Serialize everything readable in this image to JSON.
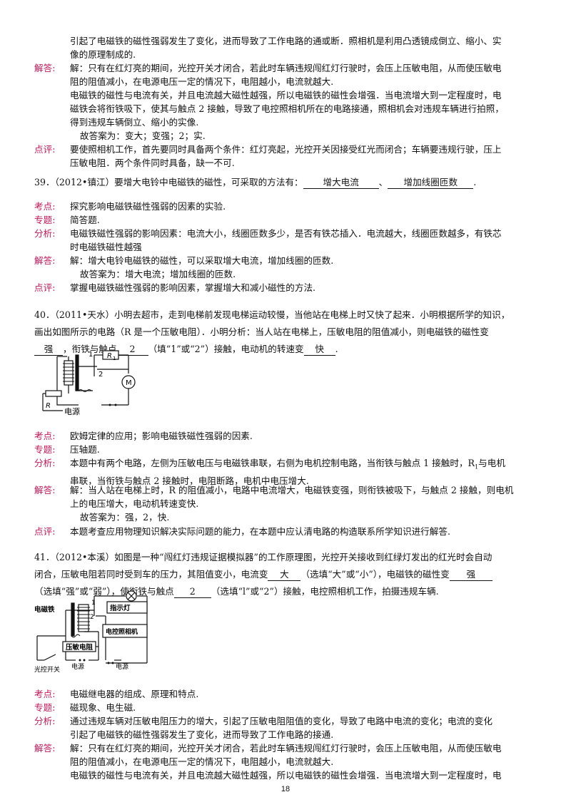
{
  "top_block": {
    "cont_lines": [
      "引起了电磁铁的磁性强弱发生了变化，进而导致了工作电路的通或断．照相机是利用凸透镜成倒立、缩小、实",
      "像的原理制成的."
    ],
    "answer_label": "解答:",
    "answer_lines": [
      "解：只有在红灯亮的期间，光控开关才闭合，若此时车辆违规闯红灯行驶时，会压上压敏电阻，从而使压敏电",
      "阻的阻值减小，在电源电压一定的情况下，电阻越小，电流就越大.",
      "电磁铁的磁性与电流有关，并且电流越大磁性越强，所以电磁铁的磁性会增强．当电流增大到一定程度时，电",
      "磁铁会将衔铁吸下，使其与触点 2 接触，导致了电控照相机所在的电路接通，照相机会对违规车辆进行拍照，",
      "得到违规车辆倒立、缩小的实像.",
      "故答案为：变大；变强；2；实."
    ],
    "comment_label": "点评:",
    "comment_lines": [
      "要使照相机工作，首先要同时具备两个条件：红灯亮起，光控开关因接受红光而闭合；车辆要违规行驶，压上",
      "压敏电阻．两个条件同时具备，缺一不可."
    ]
  },
  "q39": {
    "stem": "39．（2012•镇江）要增大电铃中电磁铁的磁性，可采取的方法有：",
    "blank1": "增大电流",
    "sep": "、",
    "blank2": "增加线圈匝数",
    "end": ".",
    "kaodian_label": "考点:",
    "kaodian": "探究影响电磁铁磁性强弱的因素的实验.",
    "zhuanti_label": "专题:",
    "zhuanti": "简答题.",
    "fenxi_label": "分析:",
    "fenxi_lines": [
      "电磁铁磁性强弱的影响因素：电流大小，线圈匝数多少，是否有铁芯插入．电流越大，线圈匝数越多，有铁芯",
      "时电磁铁磁性越强"
    ],
    "jieda_label": "解答:",
    "jieda_lines": [
      "解：增大电铃电磁铁的磁性，可以采取增大电流，增加线圈的匝数.",
      "故答案为：增大电流；增加线圈的匝数."
    ],
    "dianping_label": "点评:",
    "dianping": "掌握电磁铁磁性强弱的影响因素，掌握增大和减小磁性的方法."
  },
  "q40": {
    "line1": "40．（2011•天水）小明去超市，走到电梯前发现电梯运动较慢，当他站在电梯上时又快了起来．小明根据所学的知识，",
    "line2_a": "画出如图所示的电路（R 是一个压敏电阻）．小明分析：当人站在电梯上，压敏电阻的阻值减小，则电磁铁的磁性变",
    "blank1": "强",
    "line3_a": "，衔铁与触点",
    "blank2": "2",
    "line3_b": "（填“1”或“2”）接触，电动机的转速变",
    "blank3": "快",
    "line3_c": ".",
    "fig": {
      "label_1": "1",
      "label_r1": "R",
      "label_r1_sub": "1",
      "label_2": "2",
      "label_m": "M",
      "label_r": "R",
      "label_power": "电源"
    },
    "kaodian_label": "考点:",
    "kaodian": "欧姆定律的应用；影响电磁铁磁性强弱的因素.",
    "zhuanti_label": "专题:",
    "zhuanti": "压轴题.",
    "fenxi_label": "分析:",
    "fenxi_line1": "本题中有两个电路，左侧为压敏电压与电磁铁串联，右侧为电机控制电路，当衔铁与触点 1 接触时，R",
    "fenxi_sub": "1",
    "fenxi_line1_end": "与电机",
    "fenxi_line2": "串联，当衔铁与触点 2 接触时，电阻断路，电机中电压增大.",
    "jieda_label": "解答:",
    "jieda_lines": [
      "解：当人站在电梯上时，R 的阻值减小，电路中电流增大，电磁铁变强，则衔铁被吸下，与触点 2 接触，则电机",
      "上的电压增大，电动机转速变快.",
      "故答案为：强，2，快."
    ],
    "dianping_label": "点评:",
    "dianping": "本题考查应用物理知识解决实际问题的能力，在本题中应认清电路的构造联系所学知识进行解答."
  },
  "q41": {
    "line1": "41．（2012•本溪）如图是一种“闯红灯违规证据模拟器”的工作原理图，光控开关接收到红绿灯发出的红光时会自动",
    "line2_a": "闭合，压敏电阻若同时受到车的压力，其阻值变小，电流变",
    "blank1": "大",
    "line2_b": "（选填“大”或“小”），电磁铁的磁性变",
    "blank2": "强",
    "line3_a": "（选填“强”或“弱”），使衔铁与触点",
    "blank3": "2",
    "line3_b": "（选填“l”或“2”）接触，电控照相机工作，拍摄违规车辆.",
    "fig": {
      "label_em": "电磁铁",
      "label_1": "1",
      "label_2": "2",
      "label_lamp": "指示灯",
      "label_camera": "电控照相机",
      "label_pressure": "压敏电阻",
      "label_power_left": "电源",
      "label_power_right": "电源",
      "label_switch": "光控开关"
    },
    "kaodian_label": "考点:",
    "kaodian": "电磁继电器的组成、原理和特点.",
    "zhuanti_label": "专题:",
    "zhuanti": "磁现象、电生磁.",
    "fenxi_label": "分析:",
    "fenxi_lines": [
      "通过违规车辆对压敏电阻压力的增大，引起了压敏电阻阻值的变化，导致了电路中电流的变化；电流的变化",
      "引起了电磁铁的磁性强弱发生了变化，进而导致了工作电路的接通."
    ],
    "jieda_label": "解答:",
    "jieda_lines": [
      "解：只有在红灯亮的期间，光控开关才闭合，若此时车辆违规闯红灯行驶时，会压上压敏电阻，从而使压敏电",
      "阻的阻值减小，在电源电压一定的情况下，电阻越小，电流就越大.",
      "电磁铁的磁性与电流有关，并且电流越大磁性越强，所以电磁铁的磁性会增强．当电流增大到一定程度时，电"
    ]
  },
  "footer": {
    "page_number": "18"
  }
}
